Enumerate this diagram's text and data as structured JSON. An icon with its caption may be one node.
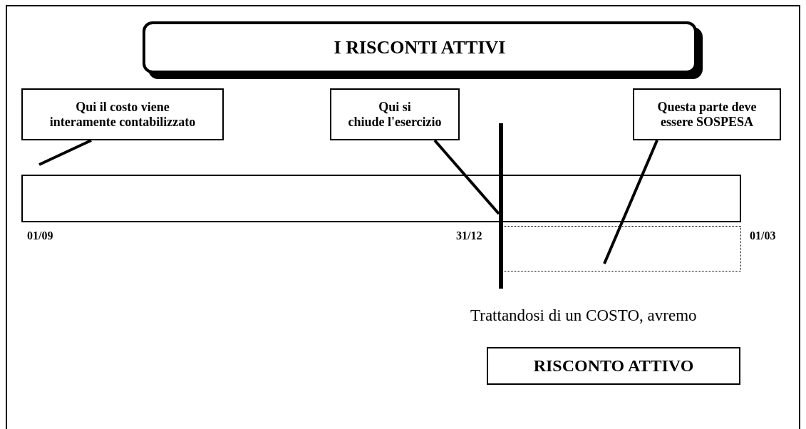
{
  "diagram": {
    "nodes": [
      {
        "text": [
          "I RISCONTI ATTIVI"
        ]
      },
      {
        "text": [
          "Qui il costo viene interamente contabilizzato"
        ]
      },
      {
        "text": [
          "Qui si chiude l'esercizio"
        ]
      },
      {
        "text": [
          "Questa parte deve essere SOSPESA"
        ]
      },
      {
        "text": [],
        "shape": "box"
      },
      {
        "text": [],
        "shape": "box"
      },
      {
        "text": [],
        "shape": "bar"
      },
      {
        "text": [
          "RISCONTO ATTIVO"
        ]
      }
    ],
    "edges": [
      {
        "from": 1,
        "to": null,
        "arrow": "none"
      },
      {
        "from": 2,
        "to": 6,
        "arrow": "none"
      },
      {
        "from": 3,
        "to": 5,
        "arrow": "none"
      }
    ],
    "labels": [
      "01/09",
      "31/12",
      "01/03",
      "Trattandosi di un COSTO, avremo"
    ]
  }
}
